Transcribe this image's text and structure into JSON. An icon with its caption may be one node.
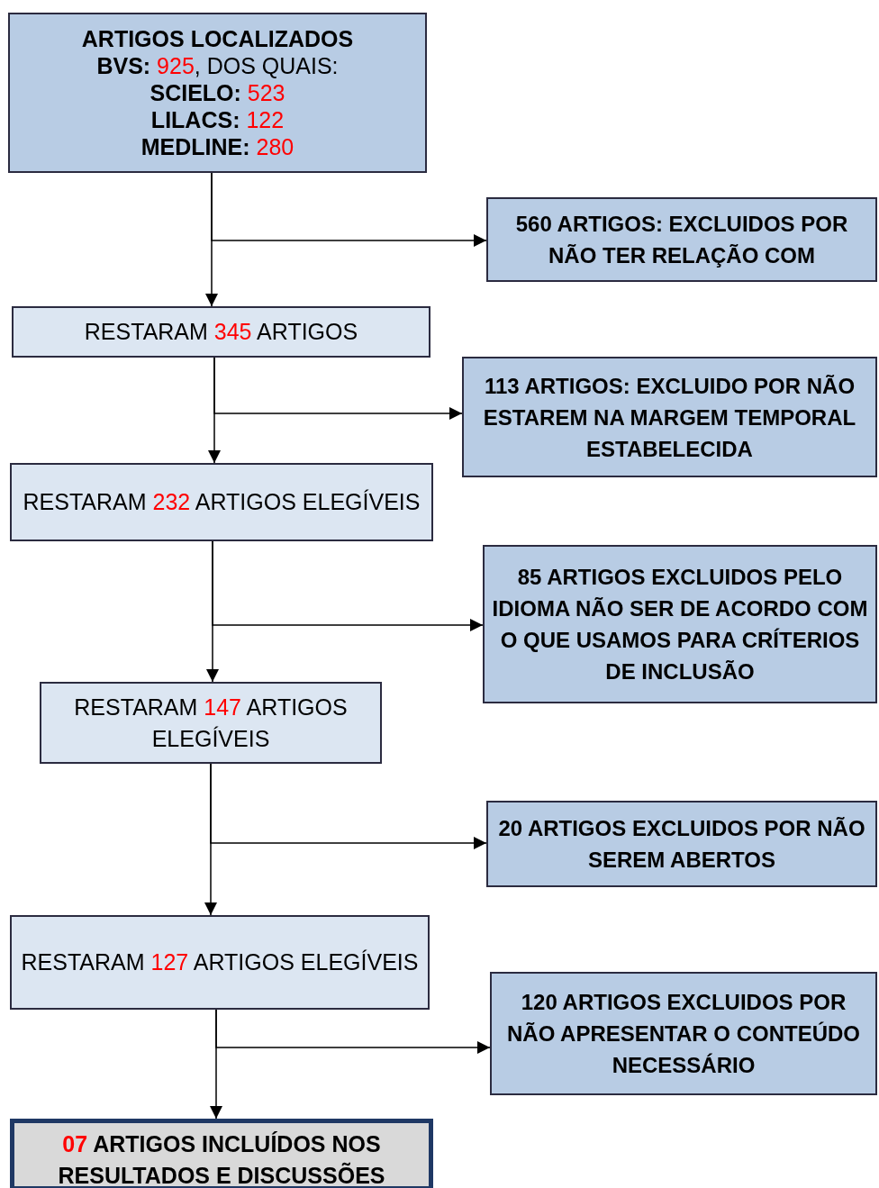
{
  "diagram": {
    "nodes": [
      {
        "text": [
          "ARTIGOS LOCALIZADOS",
          "BVS: 925, DOS QUAIS:",
          "SCIELO: 523",
          "LILACS: 122",
          "MEDLINE: 280"
        ]
      },
      {
        "text": [
          "560 ARTIGOS: EXCLUIDOS POR NÃO TER RELAÇÃO COM"
        ]
      },
      {
        "text": [
          "RESTARAM 345 ARTIGOS"
        ]
      },
      {
        "text": [
          "113 ARTIGOS: EXCLUIDO POR NÃO ESTAREM NA MARGEM TEMPORAL ESTABELECIDA"
        ]
      },
      {
        "text": [
          "RESTARAM 232 ARTIGOS ELEGÍVEIS"
        ]
      },
      {
        "text": [
          "85 ARTIGOS EXCLUIDOS PELO IDIOMA NÃO SER DE ACORDO COM O QUE USAMOS PARA CRÍTERIOS DE INCLUSÃO"
        ]
      },
      {
        "text": [
          "RESTARAM 147 ARTIGOS ELEGÍVEIS"
        ]
      },
      {
        "text": [
          "20 ARTIGOS EXCLUIDOS POR NÃO SEREM ABERTOS"
        ]
      },
      {
        "text": [
          "RESTARAM 127 ARTIGOS ELEGÍVEIS"
        ]
      },
      {
        "text": [
          "120 ARTIGOS EXCLUIDOS POR NÃO APRESENTAR O CONTEÚDO NECESSÁRIO"
        ]
      },
      {
        "text": [
          "07 ARTIGOS INCLUÍDOS NOS RESULTADOS E DISCUSSÕES"
        ]
      }
    ],
    "edges": [
      {
        "from": 0,
        "to": 2,
        "arrow": "to"
      },
      {
        "from": 0,
        "to": 1,
        "arrow": "to"
      },
      {
        "from": 2,
        "to": 4,
        "arrow": "to"
      },
      {
        "from": 2,
        "to": 3,
        "arrow": "to"
      },
      {
        "from": 4,
        "to": 6,
        "arrow": "to"
      },
      {
        "from": 4,
        "to": 5,
        "arrow": "to"
      },
      {
        "from": 6,
        "to": 8,
        "arrow": "to"
      },
      {
        "from": 6,
        "to": 7,
        "arrow": "to"
      },
      {
        "from": 8,
        "to": 10,
        "arrow": "to"
      },
      {
        "from": 8,
        "to": 9,
        "arrow": "to"
      }
    ]
  }
}
